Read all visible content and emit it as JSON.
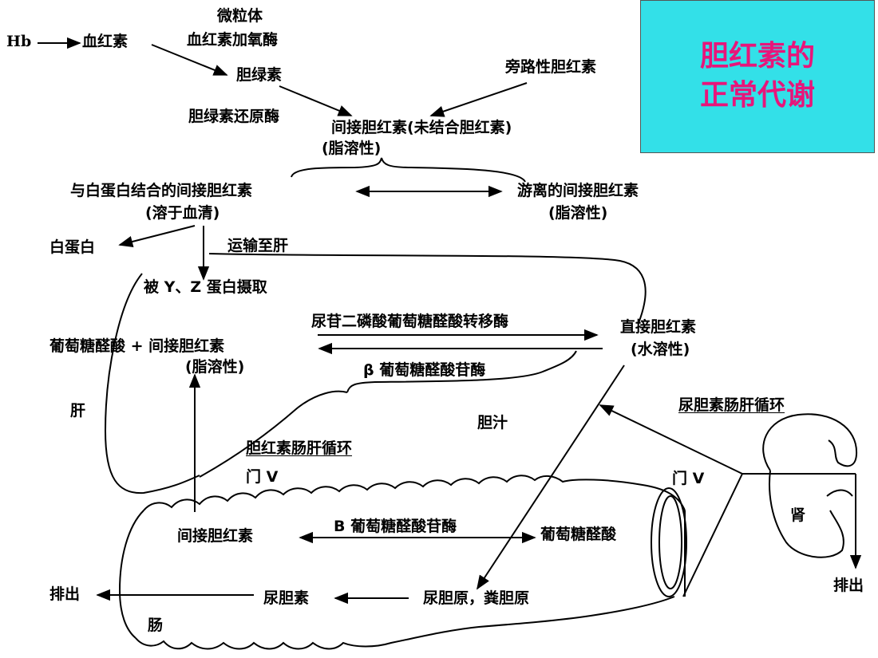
{
  "title": {
    "line1": "胆红素的",
    "line2": "正常代谢",
    "text_color": "#e8157a",
    "box_color": "#33e0e8"
  },
  "labels": {
    "hb": "Hb",
    "heme": "血红素",
    "microsome": "微粒体",
    "heme_oxygenase": "血红素加氧酶",
    "biliverdin": "胆绿素",
    "shunt_bilirubin": "旁路性胆红素",
    "biliverdin_reductase": "胆绿素还原酶",
    "indirect_bilirubin": "间接胆红素(未结合胆红素)",
    "fat_soluble": "(脂溶性)",
    "albumin_bound": "与白蛋白结合的间接胆红素",
    "serum_soluble": "(溶于血清)",
    "free_indirect": "游离的间接胆红素",
    "free_fat_soluble": "(脂溶性)",
    "albumin": "白蛋白",
    "transport_liver": "运输至肝",
    "yz_uptake": "被 Y、Z 蛋白摄取",
    "udp_transferase": "尿苷二磷酸葡萄糖醛酸转移酶",
    "glucuronic_indirect": "葡萄糖醛酸 + 间接胆红素",
    "liver_fat_soluble": "(脂溶性)",
    "direct_bilirubin": "直接胆红素",
    "water_soluble": "(水溶性)",
    "beta_glucuronidase": "β 葡萄糖醛酸苷酶",
    "liver": "肝",
    "bile": "胆汁",
    "urobilinogen_cycle": "尿胆素肠肝循环",
    "bilirubin_cycle": "胆红素肠肝循环",
    "portal_v_left": "门 V",
    "portal_v_right": "门 V",
    "kidney": "肾",
    "gut_indirect": "间接胆红素",
    "b_glucuronidase": "B 葡萄糖醛酸苷酶",
    "gut_glucuronic": "葡萄糖醛酸",
    "excrete_left": "排出",
    "urobilin": "尿胆素",
    "urobilinogen": "尿胆原，粪胆原",
    "excrete_right": "排出",
    "intestine": "肠"
  }
}
